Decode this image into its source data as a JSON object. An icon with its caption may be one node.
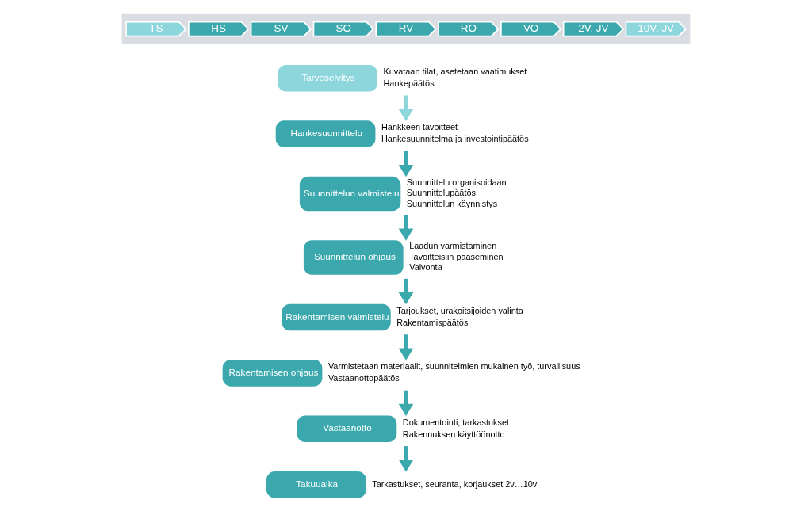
{
  "diagram": {
    "nodes": [
      {
        "text": [],
        "shape": "arrow"
      },
      {
        "text": [
          "TS"
        ],
        "in": 0
      },
      {
        "text": [
          "HS"
        ],
        "in": 0
      },
      {
        "text": [
          "SV"
        ],
        "in": 0
      },
      {
        "text": [
          "SO"
        ],
        "in": 0
      },
      {
        "text": [
          "RV"
        ],
        "in": 0
      },
      {
        "text": [
          "RO"
        ],
        "in": 0
      },
      {
        "text": [
          "VO"
        ],
        "in": 0
      },
      {
        "text": [
          "2V. JV"
        ],
        "in": 0
      },
      {
        "text": [
          "10V. JV"
        ],
        "in": 0
      },
      {
        "text": [
          "Tarveselvitys"
        ],
        "beside": [
          "Kuvataan tilat, asetetaan vaatimukset",
          "Hankepäätös"
        ]
      },
      {
        "text": [
          "Hankesuunnittelu"
        ],
        "beside": [
          "Hankkeen tavoitteet",
          "Hankesuunnitelma ja investointipäätös"
        ]
      },
      {
        "text": [
          "Suunnittelun valmistelu"
        ],
        "beside": [
          "Suunnittelu organisoidaan",
          "Suunnittelupäätös",
          "Suunnittelun käynnistys"
        ]
      },
      {
        "text": [
          "Suunnittelun ohjaus"
        ],
        "beside": [
          "Laadun varmistaminen",
          "Tavoitteisiin pääseminen",
          "Valvonta"
        ]
      },
      {
        "text": [
          "Rakentamisen valmistelu"
        ],
        "beside": [
          "Tarjoukset, urakoitsijoiden valinta",
          "Rakentamispäätös"
        ]
      },
      {
        "text": [
          "Rakentamisen ohjaus"
        ],
        "beside": [
          "Varmistetaan materiaalit, suunnitelmien mukainen työ, turvallisuus",
          "Vastaanottopäätös"
        ]
      },
      {
        "text": [
          "Vastaanotto"
        ],
        "beside": [
          "Dokumentointi, tarkastukset",
          "Rakennuksen käyttöönotto"
        ]
      },
      {
        "text": [
          "Takuuaika"
        ],
        "beside": [
          "Tarkastukset, seuranta, korjaukset 2v…10v"
        ]
      }
    ],
    "edges": [
      {
        "from": 10,
        "to": 11,
        "arrow": "to",
        "color": "#8dd6dc"
      },
      {
        "from": 11,
        "to": 12,
        "arrow": "to"
      },
      {
        "from": 12,
        "to": 13,
        "arrow": "to"
      },
      {
        "from": 13,
        "to": 14,
        "arrow": "to"
      },
      {
        "from": 14,
        "to": 15,
        "arrow": "to"
      },
      {
        "from": 15,
        "to": 16,
        "arrow": "to"
      },
      {
        "from": 16,
        "to": 17,
        "arrow": "to"
      }
    ]
  }
}
